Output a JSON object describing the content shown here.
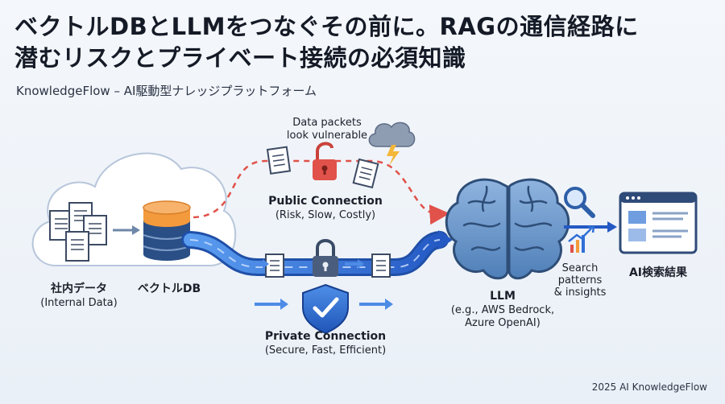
{
  "header": {
    "title_line1": "ベクトルDBとLLMをつなぐその前に。RAGの通信経路に",
    "title_line2": "潜むリスクとプライベート接続の必須知識",
    "subtitle": "KnowledgeFlow – AI駆動型ナレッジプラットフォーム"
  },
  "nodes": {
    "internal_data": {
      "label": "社内データ",
      "sub": "(Internal Data)"
    },
    "vector_db": {
      "label": "ベクトルDB"
    },
    "llm": {
      "label": "LLM",
      "sub1": "(e.g., AWS Bedrock,",
      "sub2": "Azure OpenAI)"
    },
    "search": {
      "line1": "Search",
      "line2": "patterns",
      "line3": "& insights"
    },
    "results": {
      "label": "AI検索結果"
    }
  },
  "public_path": {
    "label": "Public Connection",
    "sub": "(Risk, Slow, Costly)",
    "note_line1": "Data packets",
    "note_line2": "look vulnerable"
  },
  "private_path": {
    "label": "Private Connection",
    "sub": "(Secure, Fast, Efficient)"
  },
  "footer": {
    "credit": "2025 AI KnowledgeFlow"
  },
  "colors": {
    "risk_red": "#e0524a",
    "secure_blue": "#2f6fd6",
    "db_orange": "#f39a3c",
    "db_navy": "#2a4f86"
  },
  "icons": [
    "cloud-icon",
    "document-icon",
    "database-icon",
    "brain-icon",
    "storm-cloud-icon",
    "unlocked-padlock-icon",
    "locked-padlock-icon",
    "shield-check-icon",
    "magnifier-icon",
    "trend-chart-icon",
    "browser-window-icon"
  ]
}
